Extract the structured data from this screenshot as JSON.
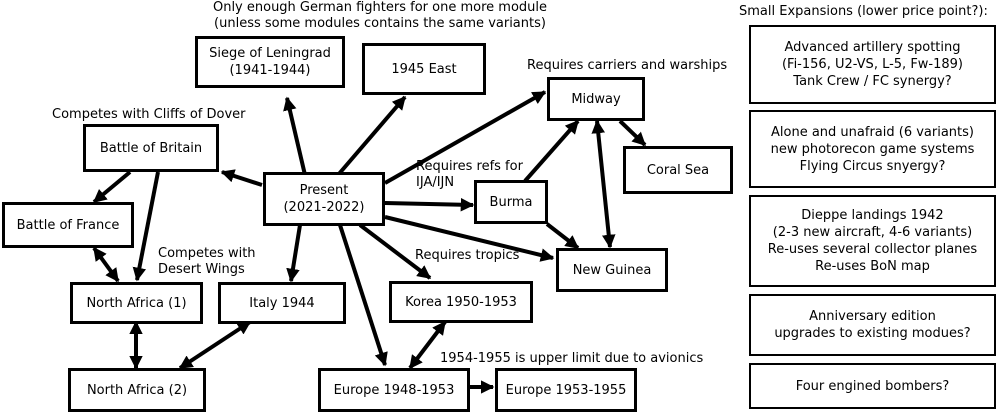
{
  "nodes": {
    "leningrad": "Siege of Leningrad\n(1941-1944)",
    "east1945": "1945 East",
    "midway": "Midway",
    "coral": "Coral Sea",
    "britain": "Battle of Britain",
    "present": "Present\n(2021-2022)",
    "burma": "Burma",
    "france": "Battle of France",
    "guinea": "New Guinea",
    "na1": "North Africa (1)",
    "italy": "Italy 1944",
    "korea": "Korea 1950-1953",
    "na2": "North Africa (2)",
    "europe4853": "Europe 1948-1953",
    "europe5355": "Europe 1953-1955"
  },
  "notes": {
    "german": "Only enough German fighters for one more module\n(unless some modules contains the same variants)",
    "carriers": "Requires carriers and warships",
    "cliffs": "Competes with Cliffs of Dover",
    "refs": "Requires refs for\nIJA/IJN",
    "desert": "Competes with\nDesert Wings",
    "tropics": "Requires tropics",
    "avionics": "1954-1955 is upper limit due to avionics",
    "small_title": "Small Expansions (lower price point?):"
  },
  "small": [
    "Advanced artillery spotting\n(Fi-156, U2-VS, L-5, Fw-189)\nTank Crew / FC synergy?",
    "Alone and unafraid (6 variants)\nnew photorecon game systems\nFlying Circus snyergy?",
    "Dieppe landings 1942\n(2-3 new aircraft, 4-6 variants)\nRe-uses several collector planes\nRe-uses BoN map",
    "Anniversary edition\nupgrades to existing modues?",
    "Four engined bombers?"
  ]
}
